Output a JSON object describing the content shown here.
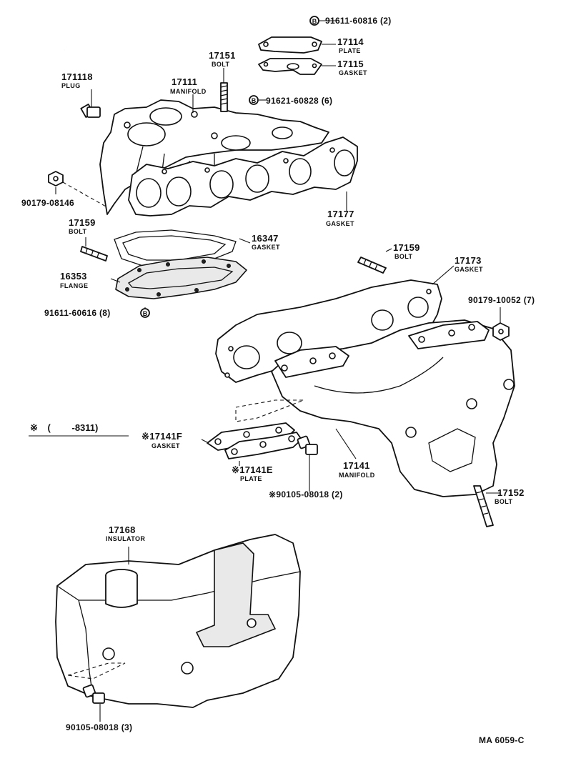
{
  "parts": {
    "p91611_60816": {
      "number": "91611-60816",
      "qty": "(2)",
      "marker": "B"
    },
    "p17114": {
      "number": "17114",
      "name": "PLATE"
    },
    "p17115": {
      "number": "17115",
      "name": "GASKET"
    },
    "p17151": {
      "number": "17151",
      "name": "BOLT"
    },
    "p17111": {
      "number": "17111",
      "name": "MANIFOLD"
    },
    "p171118": {
      "number": "171118",
      "name": "PLUG"
    },
    "p91621_60828": {
      "number": "91621-60828",
      "qty": "(6)",
      "marker": "B"
    },
    "p90179_08146": {
      "number": "90179-08146"
    },
    "p17177": {
      "number": "17177",
      "name": "GASKET"
    },
    "p17159a": {
      "number": "17159",
      "name": "BOLT"
    },
    "p16347": {
      "number": "16347",
      "name": "GASKET"
    },
    "p16353": {
      "number": "16353",
      "name": "FLANGE"
    },
    "p91611_60616": {
      "number": "91611-60616",
      "qty": "(8)",
      "marker": "B"
    },
    "p17159b": {
      "number": "17159",
      "name": "BOLT"
    },
    "p17173": {
      "number": "17173",
      "name": "GASKET"
    },
    "p90179_10052": {
      "number": "90179-10052",
      "qty": "(7)"
    },
    "p17141F": {
      "number": "17141F",
      "name": "GASKET",
      "star": "※"
    },
    "p17141E": {
      "number": "17141E",
      "name": "PLATE",
      "star": "※"
    },
    "p90105_08018a": {
      "number": "90105-08018",
      "qty": "(2)",
      "star": "※"
    },
    "p17141": {
      "number": "17141",
      "name": "MANIFOLD"
    },
    "p17152": {
      "number": "17152",
      "name": "BOLT"
    },
    "p17168": {
      "number": "17168",
      "name": "INSULATOR"
    },
    "p90105_08018b": {
      "number": "90105-08018",
      "qty": "(3)"
    }
  },
  "legend": {
    "star": "※",
    "open": "(",
    "range": "-8311)"
  },
  "diagram_code": "MA 6059-C",
  "icons": {
    "marker": "circled-letter-b-icon",
    "star": "reference-mark-icon"
  }
}
